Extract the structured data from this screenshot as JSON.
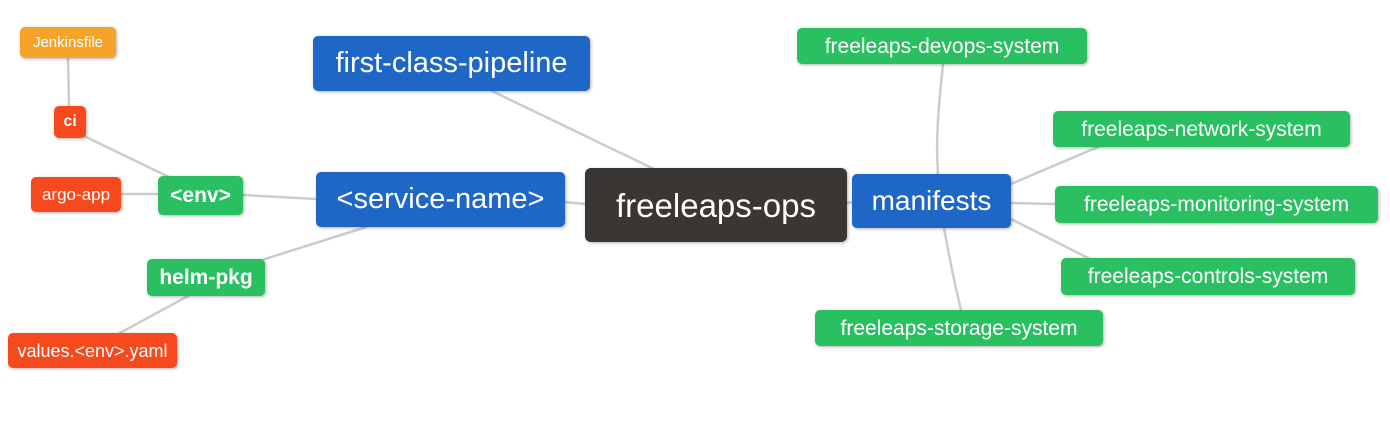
{
  "diagram": {
    "title": "freeleaps-ops repository structure mind map",
    "background": "#ffffff",
    "edge_color": "#cccccc",
    "colors": {
      "blue": "#1f67c6",
      "green": "#2ac062",
      "red": "#f64a1e",
      "orange": "#f7a32a",
      "dark": "#3a3633",
      "text": "#ffffff"
    },
    "nodes": {
      "jenkinsfile": {
        "label": "Jenkinsfile",
        "color": "orange"
      },
      "ci": {
        "label": "ci",
        "color": "red"
      },
      "argo_app": {
        "label": "argo-app",
        "color": "red"
      },
      "env": {
        "label": "<env>",
        "color": "green"
      },
      "helm_pkg": {
        "label": "helm-pkg",
        "color": "green"
      },
      "values_yaml": {
        "label": "values.<env>.yaml",
        "color": "red"
      },
      "first_class_pipeline": {
        "label": "first-class-pipeline",
        "color": "blue"
      },
      "service_name": {
        "label": "<service-name>",
        "color": "blue"
      },
      "freeleaps_ops": {
        "label": "freeleaps-ops",
        "color": "dark"
      },
      "manifests": {
        "label": "manifests",
        "color": "blue"
      },
      "devops_system": {
        "label": "freeleaps-devops-system",
        "color": "green"
      },
      "network_system": {
        "label": "freeleaps-network-system",
        "color": "green"
      },
      "monitoring_system": {
        "label": "freeleaps-monitoring-system",
        "color": "green"
      },
      "controls_system": {
        "label": "freeleaps-controls-system",
        "color": "green"
      },
      "storage_system": {
        "label": "freeleaps-storage-system",
        "color": "green"
      }
    },
    "edges": [
      [
        "jenkinsfile",
        "ci"
      ],
      [
        "ci",
        "env"
      ],
      [
        "argo_app",
        "env"
      ],
      [
        "env",
        "service_name"
      ],
      [
        "helm_pkg",
        "service_name"
      ],
      [
        "values_yaml",
        "helm_pkg"
      ],
      [
        "first_class_pipeline",
        "freeleaps_ops"
      ],
      [
        "service_name",
        "freeleaps_ops"
      ],
      [
        "freeleaps_ops",
        "manifests"
      ],
      [
        "manifests",
        "devops_system"
      ],
      [
        "manifests",
        "network_system"
      ],
      [
        "manifests",
        "monitoring_system"
      ],
      [
        "manifests",
        "controls_system"
      ],
      [
        "manifests",
        "storage_system"
      ]
    ]
  }
}
